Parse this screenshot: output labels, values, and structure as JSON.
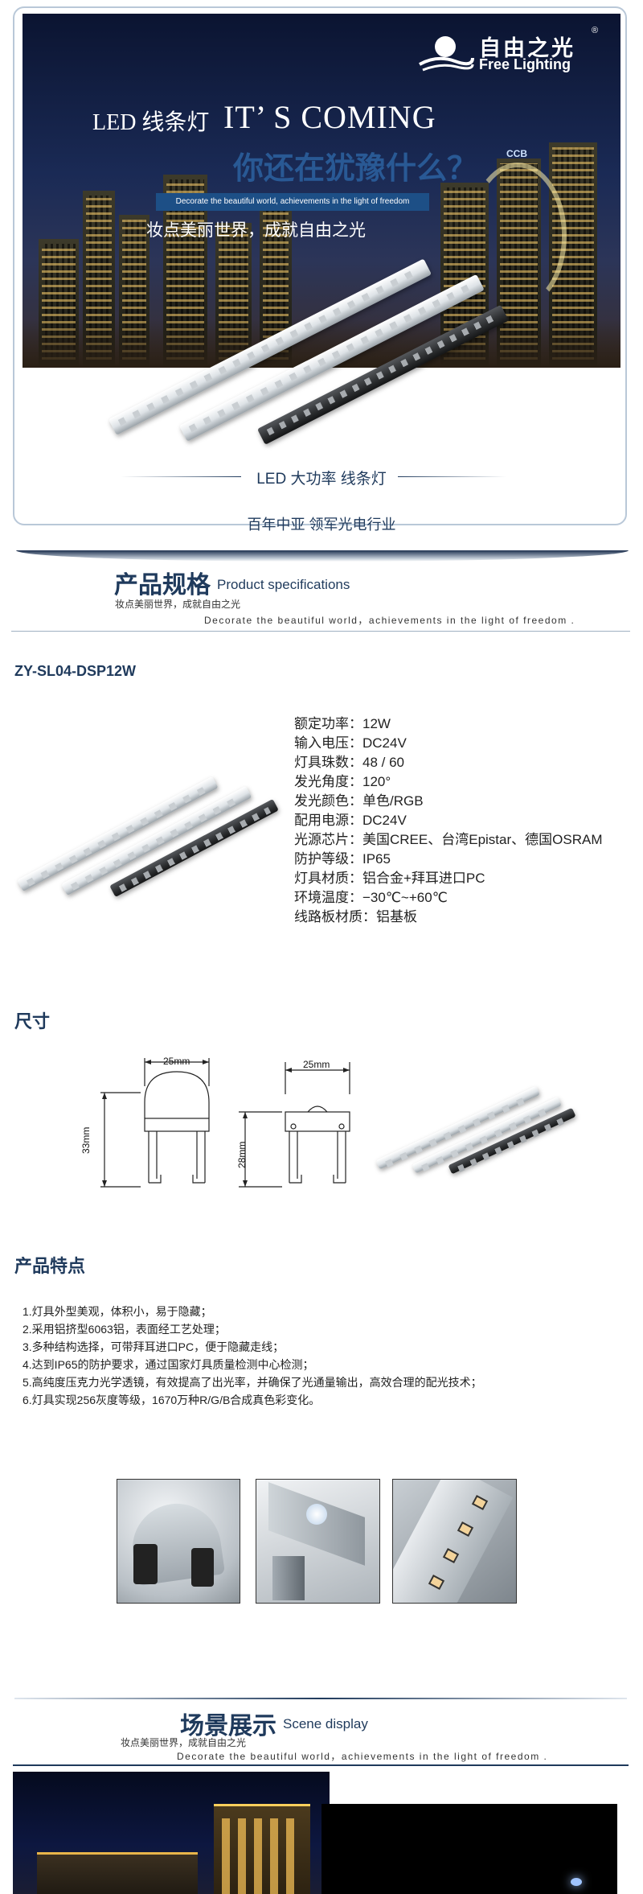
{
  "brand": {
    "cn": "自由之光",
    "en": "Free Lighting",
    "registered": "®"
  },
  "hero": {
    "headline_led": "LED 线条灯",
    "headline_coming": "IT’ S COMING",
    "question": "你还在犹豫什么？",
    "ccb": "CCB",
    "tagline_en": "Decorate the beautiful world, achievements in the light of freedom",
    "tagline_cn": "妆点美丽世界，成就自由之光",
    "product_caption": "LED 大功率 线条灯",
    "slogan": "百年中亚  领军光电行业"
  },
  "spec_section": {
    "cn": "产品规格",
    "en": "Product specifications",
    "sub_cn": "妆点美丽世界，成就自由之光",
    "sub_en": "Decorate the beautiful world，achievements in the light of freedom ."
  },
  "model": "ZY-SL04-DSP12W",
  "specs": [
    "额定功率：12W",
    "输入电压：DC24V",
    "灯具珠数：48 / 60",
    "发光角度：120°",
    "发光颜色：单色/RGB",
    "配用电源：DC24V",
    "光源芯片：美国CREE、台湾Epistar、德国OSRAM",
    "防护等级：IP65",
    "灯具材质：铝合金+拜耳进口PC",
    "环境温度：−30℃~+60℃",
    "线路板材质：铝基板"
  ],
  "size_title": "尺寸",
  "dimensions": {
    "a_width": "25mm",
    "a_height": "33mm",
    "b_width": "25mm",
    "b_height": "28mm"
  },
  "features_title": "产品特点",
  "features": [
    "1.灯具外型美观，体积小，易于隐藏；",
    "2.采用铝挤型6063铝，表面经工艺处理；",
    "3.多种结构选择，可带拜耳进口PC，便于隐藏走线；",
    "4.达到IP65的防护要求，通过国家灯具质量检测中心检测；",
    "5.高纯度压克力光学透镜，有效提高了出光率，并确保了光通量输出，高效合理的配光技术；",
    "6.灯具实现256灰度等级，1670万种R/G/B合成真色彩变化。"
  ],
  "scene_section": {
    "cn": "场景展示",
    "en": "Scene display",
    "sub_cn": "妆点美丽世界，成就自由之光",
    "sub_en": "Decorate the beautiful world，achievements in the light of freedom ."
  },
  "colors": {
    "navy": "#1f3a5c",
    "accent": "#1f4c8f"
  }
}
